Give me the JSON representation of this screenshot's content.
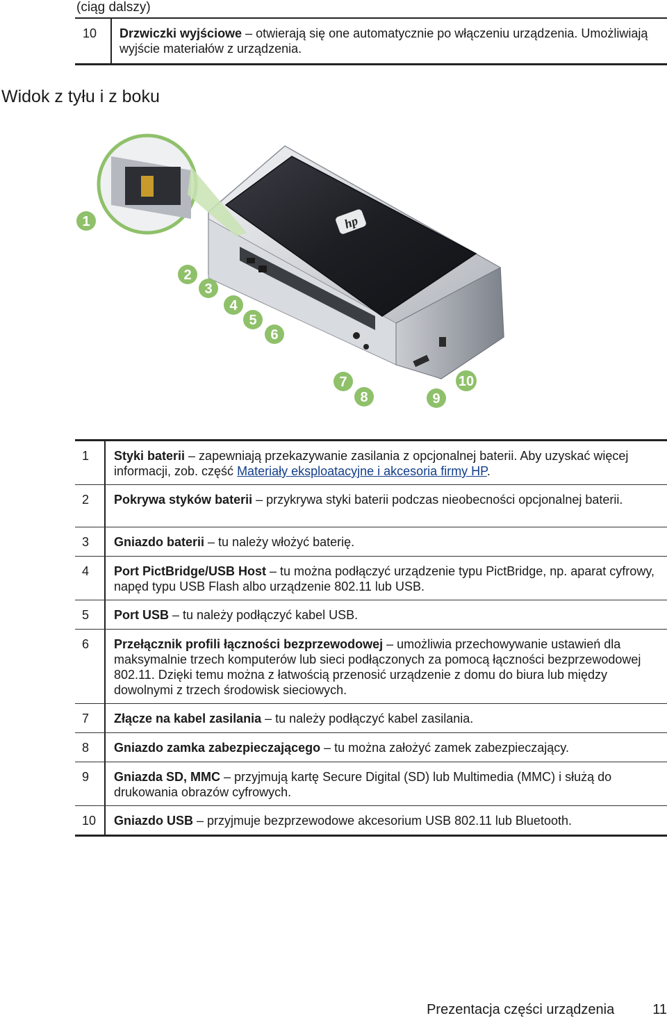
{
  "continued": "(ciąg dalszy)",
  "top_row": {
    "num": "10",
    "term": "Drzwiczki wyjściowe",
    "text": " – otwierają się one automatycznie po włączeniu urządzenia. Umożliwiają wyjście materiałów z urządzenia."
  },
  "section_title": "Widok z tyłu i z boku",
  "figure": {
    "logo": "hp",
    "callouts": [
      "1",
      "2",
      "3",
      "4",
      "5",
      "6",
      "7",
      "8",
      "9",
      "10"
    ]
  },
  "rows": [
    {
      "num": "1",
      "term": "Styki baterii",
      "text": " – zapewniają przekazywanie zasilania z opcjonalnej baterii. Aby uzyskać więcej informacji, zob. część ",
      "link": "Materiały eksploatacyjne i akcesoria firmy HP",
      "after": "."
    },
    {
      "num": "2",
      "term": "Pokrywa styków baterii",
      "text": " – przykrywa styki baterii podczas nieobecności opcjonalnej baterii."
    },
    {
      "num": "3",
      "term": "Gniazdo baterii",
      "text": " – tu należy włożyć baterię."
    },
    {
      "num": "4",
      "term": "Port PictBridge/USB Host",
      "text": " – tu można podłączyć urządzenie typu PictBridge, np. aparat cyfrowy, napęd typu USB Flash albo urządzenie 802.11 lub USB."
    },
    {
      "num": "5",
      "term": "Port USB",
      "text": " – tu należy podłączyć kabel USB."
    },
    {
      "num": "6",
      "term": "Przełącznik profili łączności bezprzewodowej",
      "text": " – umożliwia przechowywanie ustawień dla maksymalnie trzech komputerów lub sieci podłączonych za pomocą łączności bezprzewodowej 802.11. Dzięki temu można z łatwością przenosić urządzenie z domu do biura lub między dowolnymi z trzech środowisk sieciowych."
    },
    {
      "num": "7",
      "term": "Złącze na kabel zasilania",
      "text": " – tu należy podłączyć kabel zasilania."
    },
    {
      "num": "8",
      "term": "Gniazdo zamka zabezpieczającego",
      "text": " – tu można założyć zamek zabezpieczający."
    },
    {
      "num": "9",
      "term": "Gniazda SD, MMC",
      "text": " – przyjmują kartę Secure Digital (SD) lub Multimedia (MMC) i służą do drukowania obrazów cyfrowych."
    },
    {
      "num": "10",
      "term": "Gniazdo USB",
      "text": " – przyjmuje bezprzewodowe akcesorium USB 802.11 lub Bluetooth."
    }
  ],
  "footer": {
    "title": "Prezentacja części urządzenia",
    "page": "11"
  }
}
